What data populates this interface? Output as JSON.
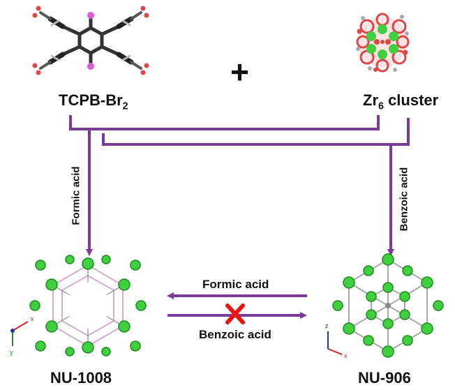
{
  "reactants": {
    "linker_label": "TCPB-Br",
    "linker_subscript": "2",
    "cluster_prefix": "Zr",
    "cluster_subscript": "6",
    "cluster_suffix": " cluster",
    "plus_sign": "+"
  },
  "pathways": {
    "left_modulator": "Formic acid",
    "right_modulator": "Benzoic acid"
  },
  "conversion": {
    "top_arrow_label": "Formic acid",
    "bottom_arrow_label": "Benzoic acid",
    "blocked_mark": "✕"
  },
  "products": {
    "left": "NU-1008",
    "right": "NU-906"
  },
  "axes": {
    "left": {
      "x": "x",
      "y": "y"
    },
    "right": {
      "x": "x",
      "z": "z"
    }
  },
  "colors": {
    "arrow": "#7a3a9a",
    "cross": "#ee1111",
    "zr_green": "#3fcf3f",
    "oxygen_red": "#e04444",
    "bromine_pink": "#e05ad8",
    "carbon_grey": "#444444"
  }
}
